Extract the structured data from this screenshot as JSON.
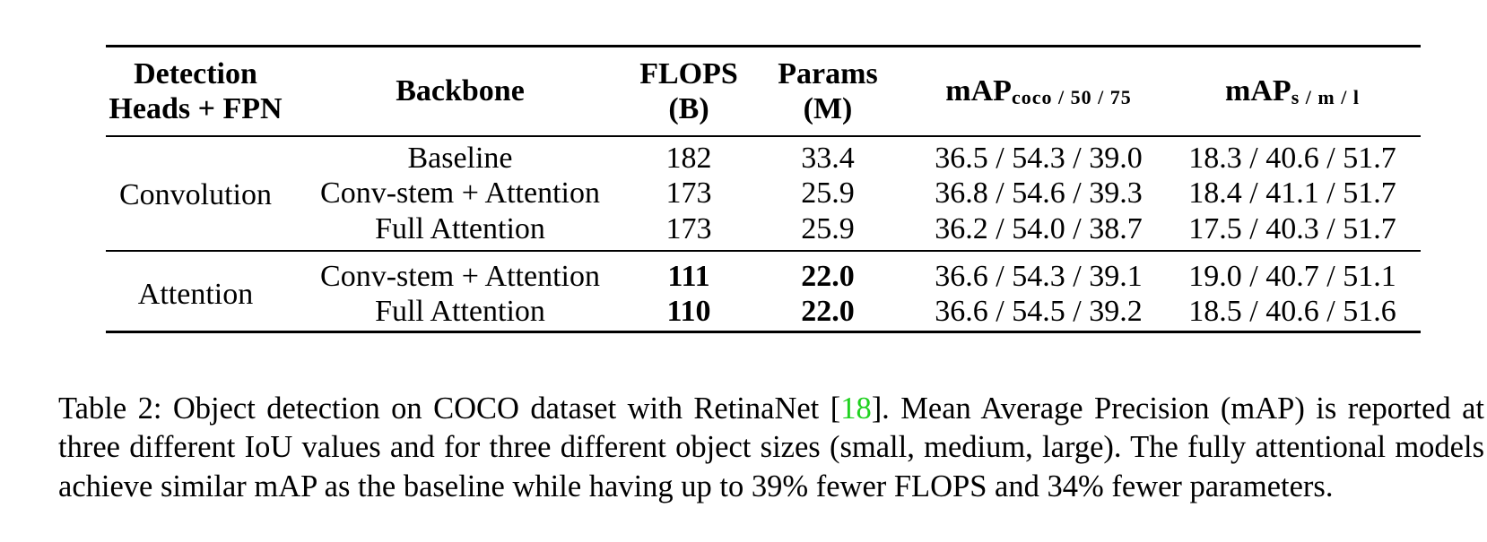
{
  "table": {
    "headers": {
      "heads_line1": "Detection",
      "heads_line2": "Heads + FPN",
      "backbone": "Backbone",
      "flops_line1": "FLOPS",
      "flops_line2": "(B)",
      "params_line1": "Params",
      "params_line2": "(M)",
      "map1_main": "mAP",
      "map1_sub": "coco / 50 / 75",
      "map2_main": "mAP",
      "map2_sub": "s / m / l"
    },
    "groups": [
      {
        "name": "Convolution",
        "rows": [
          {
            "backbone": "Baseline",
            "flops": "182",
            "params": "33.4",
            "map_coco": "36.5 / 54.3 / 39.0",
            "map_sml": "18.3 / 40.6 / 51.7"
          },
          {
            "backbone": "Conv-stem + Attention",
            "flops": "173",
            "params": "25.9",
            "map_coco": "36.8 / 54.6 / 39.3",
            "map_sml": "18.4 / 41.1 / 51.7"
          },
          {
            "backbone": "Full Attention",
            "flops": "173",
            "params": "25.9",
            "map_coco": "36.2 / 54.0 / 38.7",
            "map_sml": "17.5 / 40.3 / 51.7"
          }
        ]
      },
      {
        "name": "Attention",
        "rows": [
          {
            "backbone": "Conv-stem + Attention",
            "flops": "111",
            "params": "22.0",
            "map_coco": "36.6 / 54.3 / 39.1",
            "map_sml": "19.0 / 40.7 / 51.1"
          },
          {
            "backbone": "Full Attention",
            "flops": "110",
            "params": "22.0",
            "map_coco": "36.6 / 54.5 / 39.2",
            "map_sml": "18.5 / 40.6 / 51.6"
          }
        ]
      }
    ]
  },
  "caption": {
    "before_ref": "Table 2: Object detection on COCO dataset with RetinaNet [",
    "ref": "18",
    "after_ref": "]. Mean Average Precision (mAP) is reported at three different IoU values and for three different object sizes (small, medium, large). The fully attentional models achieve similar mAP as the baseline while having up to 39% fewer FLOPS and 34% fewer parameters."
  },
  "colors": {
    "reference_link": "#1fd11f"
  }
}
